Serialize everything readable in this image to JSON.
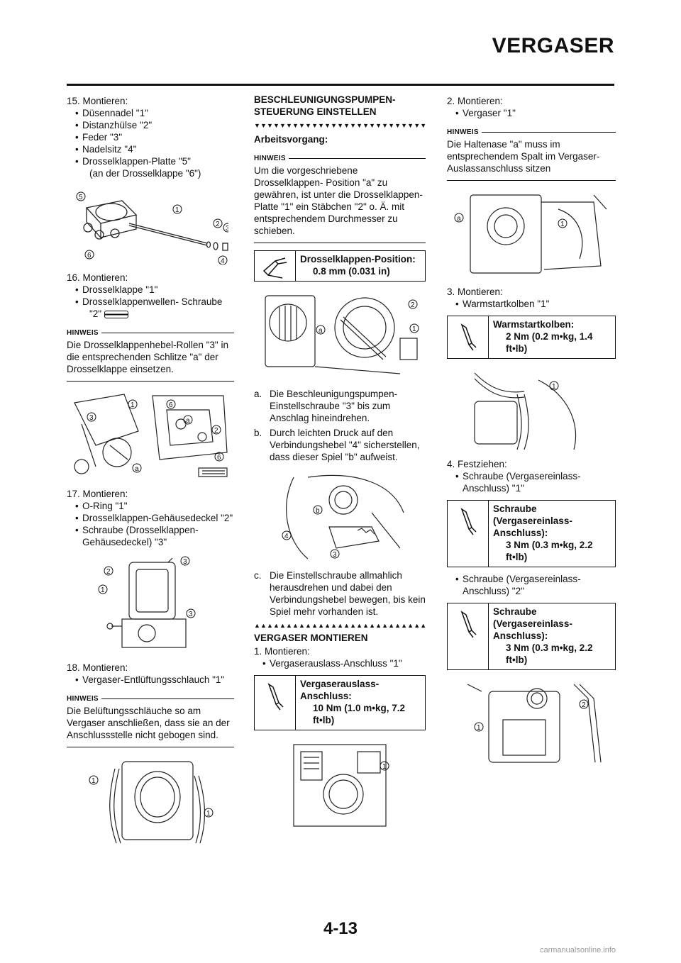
{
  "header": {
    "title": "VERGASER"
  },
  "page_number": "4-13",
  "footer_site": "carmanualsonline.info",
  "col1": {
    "step15": {
      "title": "15. Montieren:",
      "items": [
        "Düsennadel \"1\"",
        "Distanzhülse \"2\"",
        "Feder \"3\"",
        "Nadelsitz \"4\"",
        "Drosselklappen-Platte \"5\""
      ],
      "extra": "(an der Drosselklappe \"6\")"
    },
    "step16": {
      "title": "16. Montieren:",
      "items": [
        "Drosselklappe \"1\"",
        "Drosselklappenwellen- Schraube"
      ],
      "extra": "\"2\""
    },
    "hinweis1": {
      "label": "HINWEIS",
      "text": "Die Drosselklappenhebel-Rollen \"3\" in die entsprechenden Schlitze \"a\" der Drosselklappe einsetzen."
    },
    "step17": {
      "title": "17. Montieren:",
      "items": [
        "O-Ring \"1\"",
        "Drosselklappen-Gehäusedeckel \"2\"",
        "Schraube (Drosselklappen- Gehäusedeckel) \"3\""
      ]
    },
    "step18": {
      "title": "18. Montieren:",
      "items": [
        "Vergaser-Entlüftungsschlauch \"1\""
      ]
    },
    "hinweis2": {
      "label": "HINWEIS",
      "text": "Die Belüftungsschläuche so am Vergaser anschließen, dass sie an der Anschlussstelle nicht gebogen sind."
    }
  },
  "col2": {
    "section_title": "BESCHLEUNIGUNGSPUMPEN-STEUERUNG EINSTELLEN",
    "down_triangles": "▼▼▼▼▼▼▼▼▼▼▼▼▼▼▼▼▼▼▼▼▼▼▼▼▼▼▼▼▼",
    "arbeitsvorgang": "Arbeitsvorgang:",
    "hinweis": {
      "label": "HINWEIS",
      "text": "Um die vorgeschriebene Drosselklappen- Position \"a\" zu gewähren, ist unter die Drosselklappen- Platte \"1\" ein Stäbchen \"2\" o. Ä. mit entsprechendem Durchmesser zu schieben."
    },
    "spec1": {
      "title": "Drosselklappen-Position:",
      "value": "0.8 mm (0.031 in)"
    },
    "item_a": {
      "letter": "a.",
      "text": "Die Beschleunigungspumpen-Einstellschraube \"3\" bis zum Anschlag hineindrehen."
    },
    "item_b": {
      "letter": "b.",
      "text": "Durch leichten Druck auf den Verbindungshebel \"4\" sicherstellen, dass dieser Spiel \"b\" aufweist."
    },
    "item_c": {
      "letter": "c.",
      "text": "Die Einstellschraube allmahlich herausdrehen und dabei den Verbindungshebel bewegen, bis kein Spiel mehr vorhanden ist."
    },
    "up_triangles": "▲▲▲▲▲▲▲▲▲▲▲▲▲▲▲▲▲▲▲▲▲▲▲▲▲▲▲▲▲",
    "section2_title": "VERGASER MONTIEREN",
    "step1": {
      "title": "1. Montieren:",
      "items": [
        "Vergaserauslass-Anschluss \"1\""
      ]
    },
    "spec2": {
      "title": "Vergaserauslass-Anschluss:",
      "value": "10 Nm (1.0 m•kg, 7.2 ft•lb)"
    }
  },
  "col3": {
    "step2": {
      "title": "2. Montieren:",
      "items": [
        "Vergaser \"1\""
      ]
    },
    "hinweis": {
      "label": "HINWEIS",
      "text": "Die Haltenase \"a\" muss im entsprechendem Spalt im Vergaser-Auslassanschluss sitzen"
    },
    "step3": {
      "title": "3. Montieren:",
      "items": [
        "Warmstartkolben \"1\""
      ]
    },
    "spec1": {
      "title": "Warmstartkolben:",
      "value": "2 Nm (0.2 m•kg, 1.4 ft•lb)"
    },
    "step4": {
      "title": "4. Festziehen:",
      "items": [
        "Schraube (Vergasereinlass- Anschluss) \"1\"",
        "Schraube (Vergasereinlass-Anschluss) \"2\""
      ]
    },
    "spec2": {
      "title": "Schraube (Vergasereinlass- Anschluss):",
      "value": "3 Nm (0.3 m•kg, 2.2 ft•lb)"
    },
    "spec3": {
      "title": "Schraube (Vergasereinlass- Anschluss):",
      "value": "3 Nm (0.3 m•kg, 2.2 ft•lb)"
    }
  },
  "figure_labels": {
    "n1": "1",
    "n2": "2",
    "n3": "3",
    "n4": "4",
    "n5": "5",
    "n6": "6",
    "a": "a",
    "b": "b"
  }
}
